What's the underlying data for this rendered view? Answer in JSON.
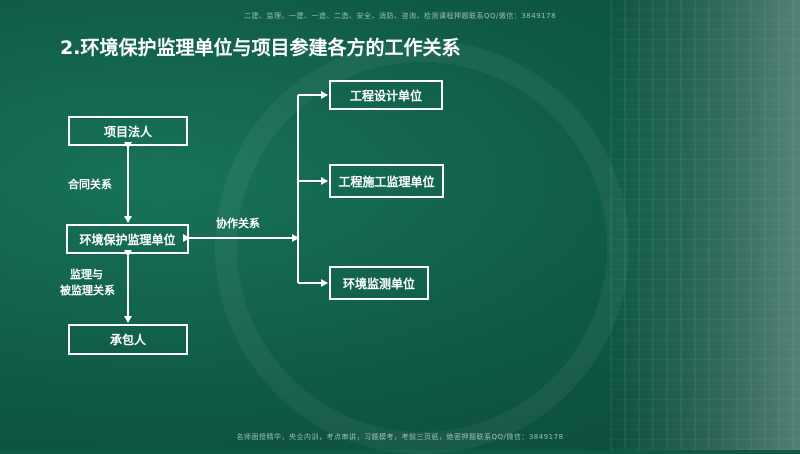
{
  "header_note": "二建、监理、一建、一造、二造、安全、消防、咨询、检测课程押题联系QQ/微信：3849178",
  "footer_note": "名师面授精华，央企内训，考点串讲，习题模考，考前三页纸，绝密押题联系QQ/微信：3849178",
  "title": "2.环境保护监理单位与项目参建各方的工作关系",
  "nodes": {
    "project_owner": "项目法人",
    "env_supervision": "环境保护监理单位",
    "contractor": "承包人",
    "design_unit": "工程设计单位",
    "construction_supervision": "工程施工监理单位",
    "env_monitoring": "环境监测单位"
  },
  "edges": {
    "contract": "合同关系",
    "supervise_line1": "监理与",
    "supervise_line2": "被监理关系",
    "cooperate": "协作关系"
  }
}
